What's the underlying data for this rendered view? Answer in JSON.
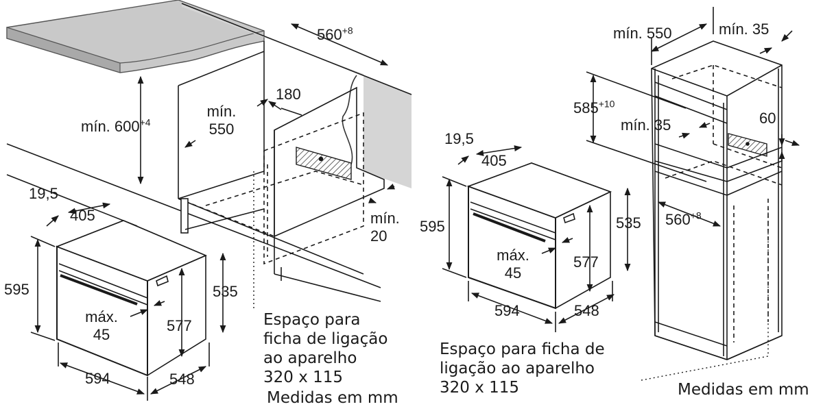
{
  "left": {
    "cabinet": {
      "width_label": "560",
      "width_tol": "+8",
      "height_label": "mín. 600",
      "height_tol": "+4",
      "depth_label_line1": "mín.",
      "depth_label_line2": "550",
      "vent_label": "180",
      "gap_label_line1": "mín.",
      "gap_label_line2": "20"
    },
    "oven": {
      "front_thickness": "19,5",
      "handle_depth": "405",
      "height": "595",
      "body_height": "535",
      "inner_height": "577",
      "max_label_line1": "máx.",
      "max_label_line2": "45",
      "width": "594",
      "depth": "548"
    },
    "note_lines": [
      "Espaço para",
      "ficha de ligação",
      "ao aparelho",
      "320 x 115"
    ],
    "units": "Medidas em mm"
  },
  "right": {
    "cabinet": {
      "depth_label": "mín. 550",
      "side_label": "mín. 35",
      "height_label": "585",
      "height_tol": "+10",
      "shelf_label": "mín. 35",
      "vent_label": "60",
      "width_label": "560",
      "width_tol": "+8"
    },
    "oven": {
      "front_thickness": "19,5",
      "handle_depth": "405",
      "height": "595",
      "body_height": "535",
      "inner_height": "577",
      "max_label_line1": "máx.",
      "max_label_line2": "45",
      "width": "594",
      "depth": "548"
    },
    "note_lines": [
      "Espaço para ficha de",
      "ligação ao aparelho",
      "320 x 115"
    ],
    "units": "Medidas em mm"
  }
}
